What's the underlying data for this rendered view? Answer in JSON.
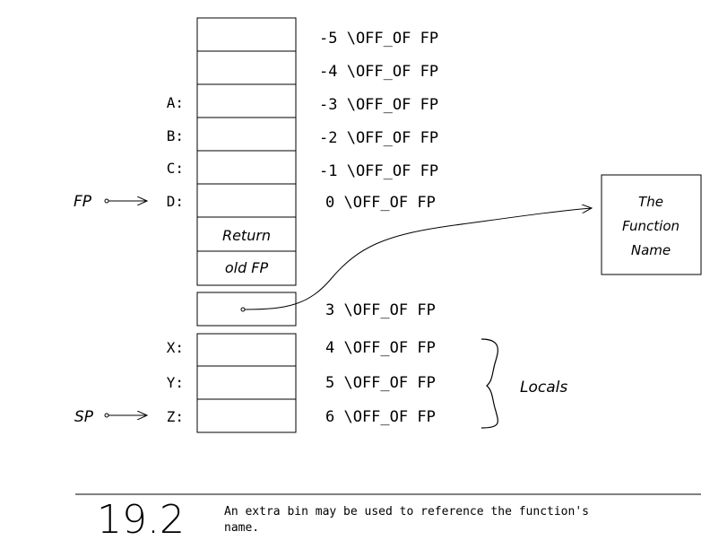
{
  "stack_cells": [
    {
      "label": "",
      "text": "",
      "offset": "-5 \\OFF_OF FP"
    },
    {
      "label": "",
      "text": "",
      "offset": "-4 \\OFF_OF FP"
    },
    {
      "label": "A:",
      "text": "",
      "offset": "-3 \\OFF_OF FP"
    },
    {
      "label": "B:",
      "text": "",
      "offset": "-2 \\OFF_OF FP"
    },
    {
      "label": "C:",
      "text": "",
      "offset": "-1 \\OFF_OF FP"
    },
    {
      "label": "D:",
      "text": "",
      "offset": "0 \\OFF_OF FP"
    },
    {
      "label": "",
      "text": "Return",
      "offset": ""
    },
    {
      "label": "",
      "text": "old FP",
      "offset": ""
    }
  ],
  "name_cell": {
    "offset": "3 \\OFF_OF FP"
  },
  "local_cells": [
    {
      "label": "X:",
      "offset": "4 \\OFF_OF FP"
    },
    {
      "label": "Y:",
      "offset": "5 \\OFF_OF FP"
    },
    {
      "label": "Z:",
      "offset": "6 \\OFF_OF FP"
    }
  ],
  "pointers": {
    "fp": "FP",
    "sp": "SP"
  },
  "function_box": {
    "line1": "The",
    "line2": "Function",
    "line3": "Name"
  },
  "locals_label": "Locals",
  "caption": {
    "number": "19.2",
    "line1": "An extra bin may be used to reference the function's",
    "line2": "name."
  }
}
